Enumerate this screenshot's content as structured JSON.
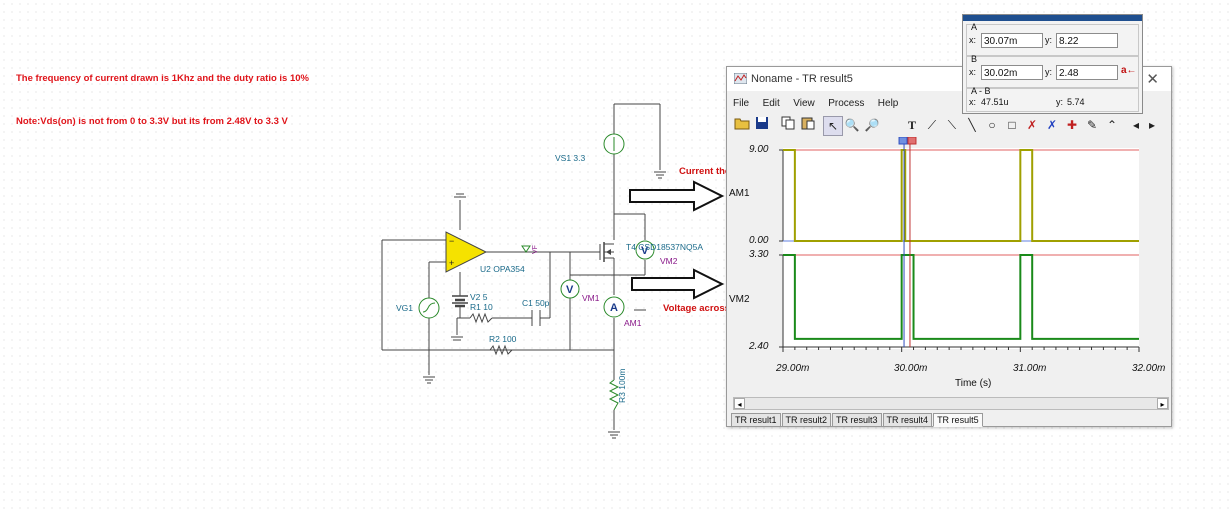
{
  "notes": {
    "frequency": "The frequency of current drawn is 1Khz and the duty ratio is 10%",
    "vds": "Note:Vds(on) is not from 0 to 3.3V but its from 2.48V to 3.3 V"
  },
  "schematic": {
    "vs1": "VS1 3.3",
    "t4": "T4 CSD18537NQ5A",
    "vm2": "VM2",
    "u2": "U2 OPA354",
    "v2": "V2 5",
    "r1": "R1 10",
    "c1": "C1 50p",
    "vm1": "VM1",
    "am1": "AM1",
    "vg1": "VG1",
    "r2": "R2 100",
    "r3": "R3 100m",
    "vf": "VF"
  },
  "annotations": {
    "current": "Current thorugh FET",
    "voltage": "Voltage across FET"
  },
  "window": {
    "title": "Noname - TR result5",
    "close": "✕",
    "menu": [
      "File",
      "Edit",
      "View",
      "Process",
      "Help"
    ],
    "toolbar_icons": [
      "open-icon",
      "save-icon",
      "copy-icon",
      "paste-icon",
      "pointer-icon",
      "zoom-in-icon",
      "zoom-out-icon",
      "text-icon",
      "cursor-a-icon",
      "cursor-b-icon",
      "line-icon",
      "circle-icon",
      "marker-icon",
      "arrow-icon",
      "scroll-left-icon",
      "scroll-right-icon"
    ]
  },
  "chart_data": [
    {
      "type": "line",
      "title": "",
      "series": [
        {
          "name": "AM1",
          "x": [
            29.0,
            29.07,
            29.07,
            29.1,
            29.1,
            30.0,
            30.0,
            30.03,
            30.03,
            30.1,
            30.1,
            31.0,
            31.0,
            31.1,
            31.1,
            32.0
          ],
          "y": [
            9.0,
            9.0,
            9.0,
            9.0,
            0.0,
            0.0,
            9.0,
            9.0,
            0.0,
            0.0,
            0.0,
            0.0,
            9.0,
            9.0,
            0.0,
            0.0
          ],
          "color": "#a0a000"
        }
      ],
      "ylim": [
        0.0,
        9.0
      ],
      "yticks": [
        "9.00",
        "0.00"
      ],
      "xlim": [
        29.0,
        32.0
      ],
      "xlabel": "",
      "ylabel": "AM1",
      "grid": false
    },
    {
      "type": "line",
      "title": "",
      "series": [
        {
          "name": "VM2",
          "x": [
            29.0,
            29.1,
            29.1,
            30.0,
            30.0,
            30.1,
            30.1,
            31.0,
            31.0,
            31.1,
            31.1,
            32.0
          ],
          "y": [
            3.3,
            3.3,
            2.48,
            2.48,
            3.3,
            3.3,
            2.48,
            2.48,
            3.3,
            3.3,
            2.48,
            2.48
          ],
          "color": "#1a8a1a"
        }
      ],
      "ylim": [
        2.4,
        3.3
      ],
      "yticks": [
        "3.30",
        "2.40"
      ],
      "xlim": [
        29.0,
        32.0
      ],
      "xticks": [
        "29.00m",
        "30.00m",
        "31.00m",
        "32.00m"
      ],
      "xlabel": "Time (s)",
      "ylabel": "VM2",
      "grid": false
    }
  ],
  "tabs": [
    "TR result1",
    "TR result2",
    "TR result3",
    "TR result4",
    "TR result5"
  ],
  "active_tab": "TR result5",
  "cursor_box": {
    "a_label": "A",
    "a_x_label": "x:",
    "a_x": "30.07m",
    "a_y_label": "y:",
    "a_y": "8.22",
    "b_label": "B",
    "b_x_label": "x:",
    "b_x": "30.02m",
    "b_y_label": "y:",
    "b_y": "2.48",
    "b_icon": "a←",
    "ab_label": "A - B",
    "ab_x_label": "x:",
    "ab_x": "47.51u",
    "ab_y_label": "y:",
    "ab_y": "5.74"
  }
}
